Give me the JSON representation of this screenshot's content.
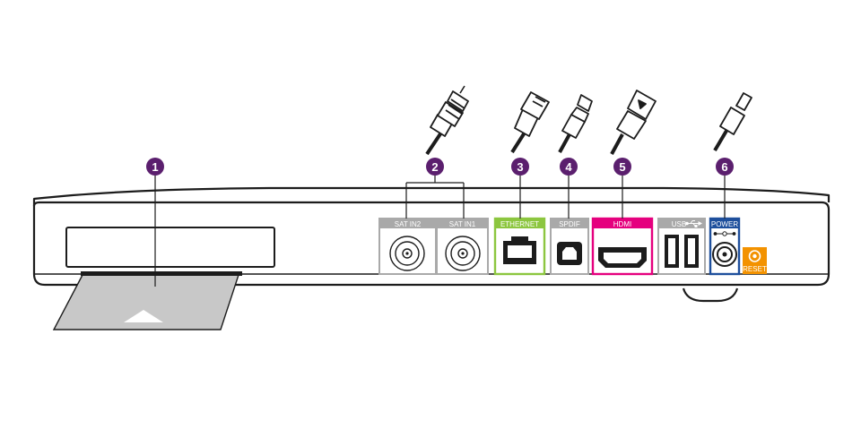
{
  "callouts": [
    "1",
    "2",
    "3",
    "4",
    "5",
    "6"
  ],
  "ports": {
    "sat2": "SAT IN2",
    "sat1": "SAT IN1",
    "ethernet": "ETHERNET",
    "spdif": "SPDIF",
    "hdmi": "HDMI",
    "usb": "USB",
    "power": "POWER",
    "reset": "RESET"
  },
  "icons": {
    "usb_symbol": "usb-symbol-icon",
    "card_arrow": "up-triangle-icon"
  },
  "colors": {
    "callout": "#5b1f6e",
    "outline": "#1c1c1c",
    "sat": "#a9a9a9",
    "ethernet": "#8cc63f",
    "spdif": "#a9a9a9",
    "hdmi": "#e5007e",
    "usb": "#a9a9a9",
    "power": "#1e4f9c",
    "reset": "#f39200",
    "card": "#c8c8c8"
  }
}
